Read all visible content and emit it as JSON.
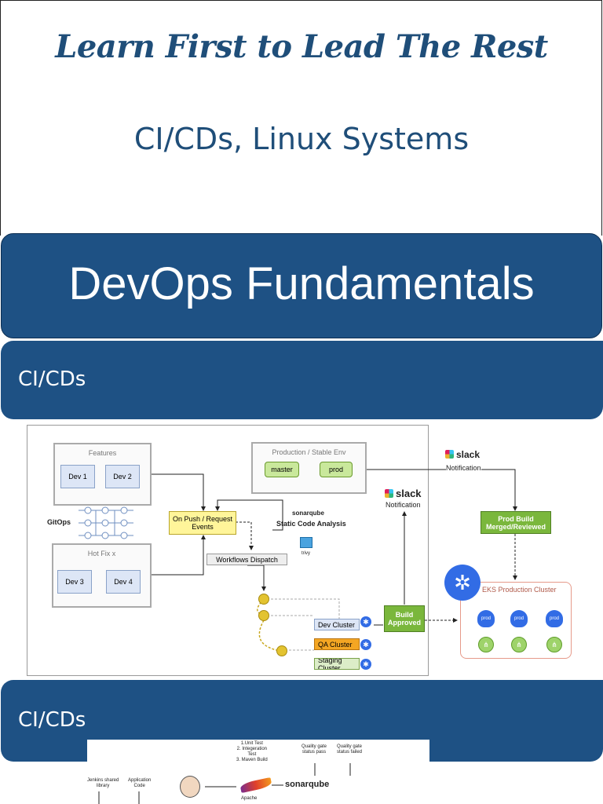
{
  "header": {
    "tagline": "Learn First to Lead The Rest",
    "subtitle": "CI/CDs, Linux Systems"
  },
  "banner": {
    "title": "DevOps Fundamentals"
  },
  "sections": [
    {
      "title": "CI/CDs"
    },
    {
      "title": "CI/CDs"
    }
  ],
  "diagram1": {
    "features_title": "Features",
    "dev1": "Dev 1",
    "dev2": "Dev 2",
    "gitops": "GitOps",
    "hotfix_title": "Hot Fix x",
    "dev3": "Dev 3",
    "dev4": "Dev 4",
    "prod_env_title": "Production / Stable Env",
    "master": "master",
    "prod": "prod",
    "on_push": "On Push / Request Events",
    "sonarqube": "sonarqube",
    "static_analysis": "Static Code Analysis",
    "trivy": "trivy",
    "workflows_dispatch": "Workflows Dispatch",
    "dev_cluster": "Dev Cluster",
    "qa_cluster": "QA Cluster",
    "staging_cluster": "Staging Cluster",
    "slack": "slack",
    "notification": "Notification",
    "build_approved": "Build Approved",
    "prod_build": "Prod Build Merged/Reviewed",
    "eks_cluster": "EKS Production Cluster",
    "pod_label": "prod"
  },
  "diagram2": {
    "tests": "1.Unit Test\n2. Integeration\nTest\n3. Maven Build",
    "gate_pass": "Quality gate\nstatus pass",
    "gate_fail": "Quality gate\nstatus failed",
    "jenkins_lib": "Jenkins shared\nlibrary",
    "app_code": "Application\nCode",
    "apache": "Apache",
    "sonarqube": "sonarqube"
  },
  "colors": {
    "brand_blue": "#1e5184",
    "title_blue": "#1f4e79"
  }
}
